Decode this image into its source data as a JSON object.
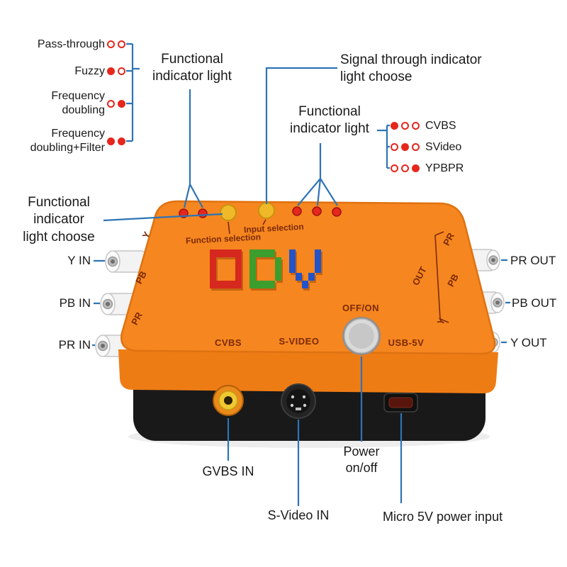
{
  "colors": {
    "line_blue": "#2E74B5",
    "orange": "#F6861F",
    "orange_front": "#EE7C15",
    "base_black": "#191919",
    "led_red": "#E5271D",
    "button_yellow": "#F0B929",
    "device_text": "#7A2A08"
  },
  "legend_left": {
    "items": [
      {
        "label": "Pass-through",
        "d1": "off",
        "d2": "off"
      },
      {
        "label": "Fuzzy",
        "d1": "on",
        "d2": "off"
      },
      {
        "label": "Frequency\ndoubling",
        "d1": "off",
        "d2": "on"
      },
      {
        "label": "Frequency\ndoubling+Filter",
        "d1": "on",
        "d2": "on"
      }
    ]
  },
  "legend_right": {
    "items": [
      {
        "label": "CVBS",
        "d1": "on",
        "d2": "off",
        "d3": "off"
      },
      {
        "label": "SVideo",
        "d1": "off",
        "d2": "on",
        "d3": "off"
      },
      {
        "label": "YPBPR",
        "d1": "off",
        "d2": "off",
        "d3": "on"
      }
    ]
  },
  "callouts": {
    "functional_1": "Functional\nindicator light",
    "signal_through": "Signal through indicator\nlight choose",
    "functional_2": "Functional\nindicator light",
    "light_choose": "Functional\nindicator\nlight choose",
    "y_in": "Y IN",
    "pb_in": "PB IN",
    "pr_in": "PR IN",
    "pr_out": "PR OUT",
    "pb_out": "PB OUT",
    "y_out": "Y OUT",
    "gvbs_in": "GVBS IN",
    "svideo_in": "S-Video IN",
    "power": "Power\non/off",
    "micro_5v": "Micro 5V power input"
  },
  "device": {
    "function_selection": "Function selection",
    "input_selection": "Input selection",
    "left_edge": [
      "Y",
      "PB",
      "PR"
    ],
    "right_edge": [
      "PR",
      "PB",
      "Y"
    ],
    "out": "OUT",
    "cvbs": "CVBS",
    "s_video": "S-VIDEO",
    "off_on": "OFF/ON",
    "usb_5v": "USB-5V",
    "logo": [
      {
        "char": "O",
        "color": "#D6281E",
        "grid": [
          "11111",
          "10001",
          "10001",
          "10001",
          "11111"
        ]
      },
      {
        "char": "D",
        "color": "#3B9E2D",
        "grid": [
          "11110",
          "10001",
          "10001",
          "10001",
          "11110"
        ]
      },
      {
        "char": "V",
        "color": "#2353C8",
        "grid": [
          "10001",
          "10001",
          "10001",
          "01010",
          "00100"
        ]
      }
    ]
  }
}
